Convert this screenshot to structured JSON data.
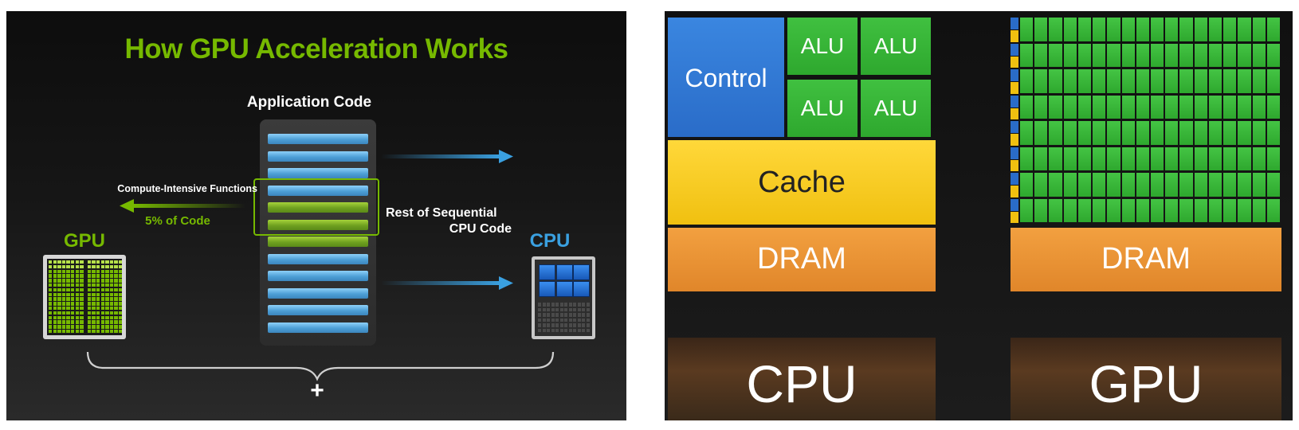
{
  "left_panel": {
    "title": "How GPU Acceleration Works",
    "application_code_label": "Application Code",
    "compute_intensive_label": "Compute-Intensive Functions",
    "percent_label": "5% of Code",
    "rest_label_line1": "Rest of Sequential",
    "rest_label_line2": "CPU Code",
    "gpu_label": "GPU",
    "cpu_label": "CPU",
    "plus_symbol": "+",
    "code_bar_count": 12,
    "highlighted_bar_indices": [
      4,
      5,
      6
    ],
    "colors": {
      "nvidia_green": "#76b900",
      "cpu_blue": "#3aa0e0",
      "arrow_blue": "#3aa0e0"
    }
  },
  "right_panel": {
    "control_label": "Control",
    "alu_labels": [
      "ALU",
      "ALU",
      "ALU",
      "ALU"
    ],
    "cache_label": "Cache",
    "dram_left_label": "DRAM",
    "dram_right_label": "DRAM",
    "cpu_label": "CPU",
    "gpu_label": "GPU",
    "gpu_core_rows": 8,
    "gpu_core_cols": 18,
    "colors": {
      "control": "#2a6cc8",
      "alu": "#2ea82e",
      "cache": "#f0c010",
      "dram": "#e0862a",
      "base": "#4a3020"
    }
  }
}
